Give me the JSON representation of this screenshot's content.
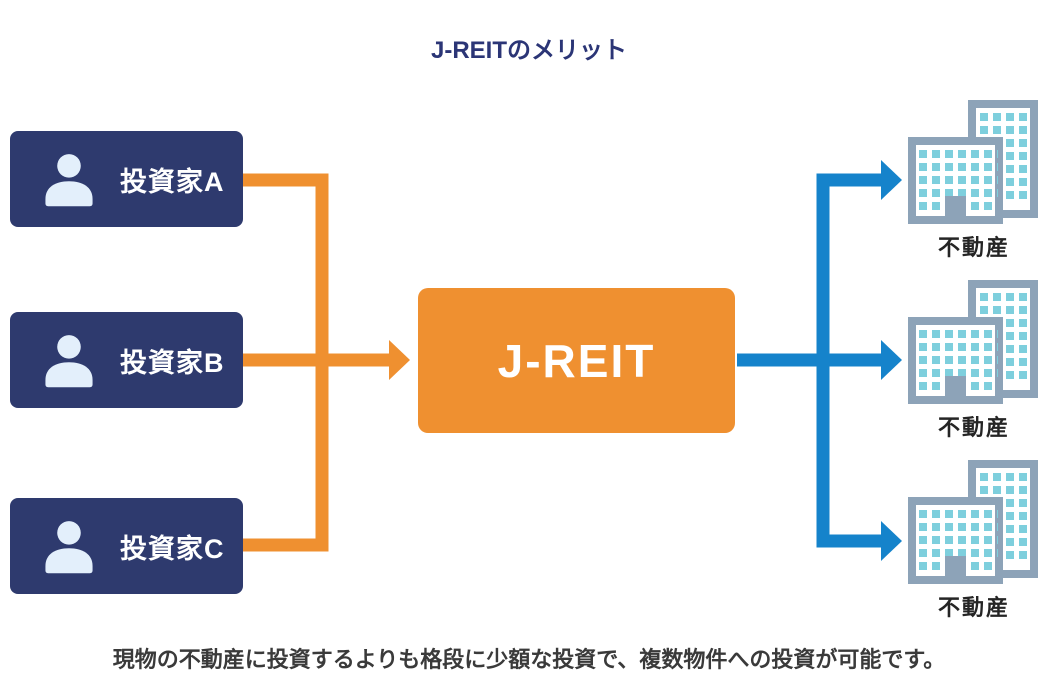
{
  "title": "J-REITのメリット",
  "investors": [
    {
      "label": "投資家A",
      "icon": "person-icon"
    },
    {
      "label": "投資家B",
      "icon": "person-icon"
    },
    {
      "label": "投資家C",
      "icon": "person-icon"
    }
  ],
  "fund": {
    "label": "J-REIT"
  },
  "properties": [
    {
      "label": "不動産",
      "icon": "building-icon"
    },
    {
      "label": "不動産",
      "icon": "building-icon"
    },
    {
      "label": "不動産",
      "icon": "building-icon"
    }
  ],
  "caption": "現物の不動産に投資するよりも格段に少額な投資で、複数物件への投資が可能です。",
  "colors": {
    "navy": "#2e3a6e",
    "orange": "#ef9030",
    "blue": "#1583cb",
    "slate": "#8da3b8",
    "window_teal": "#7ecfdd",
    "person_fill": "#e3effb",
    "title_text": "#2b3576",
    "caption_text": "#3a3a3a",
    "background": "#ffffff"
  }
}
